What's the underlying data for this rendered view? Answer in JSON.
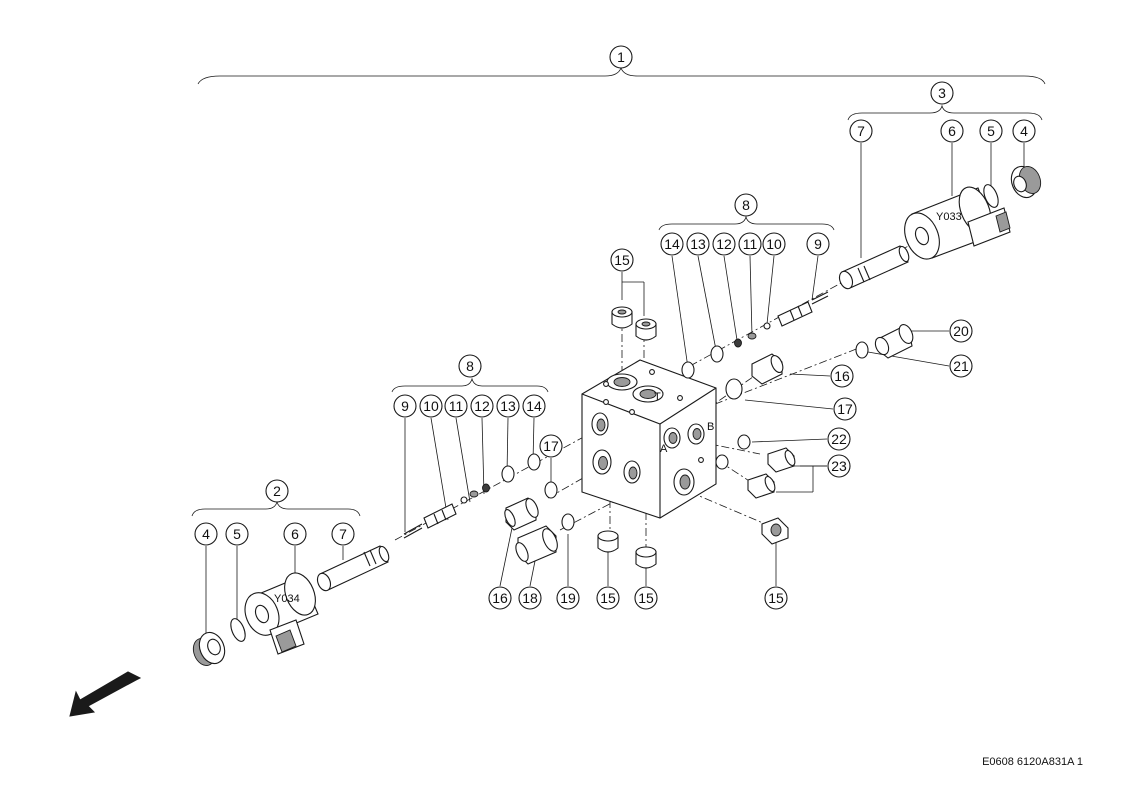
{
  "callouts": [
    {
      "id": "c1",
      "label": "1"
    },
    {
      "id": "c3",
      "label": "3"
    },
    {
      "id": "c7a",
      "label": "7"
    },
    {
      "id": "c6a",
      "label": "6"
    },
    {
      "id": "c5a",
      "label": "5"
    },
    {
      "id": "c4a",
      "label": "4"
    },
    {
      "id": "c8a",
      "label": "8"
    },
    {
      "id": "c14a",
      "label": "14"
    },
    {
      "id": "c13a",
      "label": "13"
    },
    {
      "id": "c12a",
      "label": "12"
    },
    {
      "id": "c11a",
      "label": "11"
    },
    {
      "id": "c10a",
      "label": "10"
    },
    {
      "id": "c9a",
      "label": "9"
    },
    {
      "id": "c15a",
      "label": "15"
    },
    {
      "id": "c20",
      "label": "20"
    },
    {
      "id": "c21",
      "label": "21"
    },
    {
      "id": "c16a",
      "label": "16"
    },
    {
      "id": "c17a",
      "label": "17"
    },
    {
      "id": "c22",
      "label": "22"
    },
    {
      "id": "c23",
      "label": "23"
    },
    {
      "id": "c8b",
      "label": "8"
    },
    {
      "id": "c9b",
      "label": "9"
    },
    {
      "id": "c10b",
      "label": "10"
    },
    {
      "id": "c11b",
      "label": "11"
    },
    {
      "id": "c12b",
      "label": "12"
    },
    {
      "id": "c13b",
      "label": "13"
    },
    {
      "id": "c14b",
      "label": "14"
    },
    {
      "id": "c17b",
      "label": "17"
    },
    {
      "id": "c2",
      "label": "2"
    },
    {
      "id": "c4b",
      "label": "4"
    },
    {
      "id": "c5b",
      "label": "5"
    },
    {
      "id": "c6b",
      "label": "6"
    },
    {
      "id": "c7b",
      "label": "7"
    },
    {
      "id": "c16b",
      "label": "16"
    },
    {
      "id": "c18",
      "label": "18"
    },
    {
      "id": "c19",
      "label": "19"
    },
    {
      "id": "c15b",
      "label": "15"
    },
    {
      "id": "c15c",
      "label": "15"
    },
    {
      "id": "c15d",
      "label": "15"
    }
  ],
  "solenoid_labels": {
    "upper": "Y033",
    "lower": "Y034"
  },
  "block_port_letters": {
    "a": "A",
    "b": "B",
    "t": "T"
  },
  "document_ref": "E0608 6120A831A 1"
}
